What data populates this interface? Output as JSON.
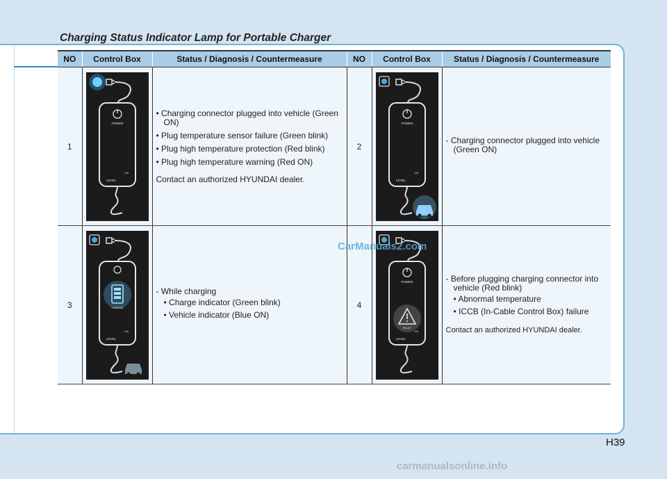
{
  "title": "Charging Status Indicator Lamp for Portable Charger",
  "headers": [
    "NO",
    "Control Box",
    "Status / Diagnosis / Countermeasure",
    "NO",
    "Control Box",
    "Status / Diagnosis / Countermeasure"
  ],
  "device": {
    "power_label": "POWER",
    "level_label": "LEVEL",
    "amp_label": "12A",
    "charge_label": "CHARGE",
    "fault_label": "FAULT"
  },
  "rows": [
    {
      "no1": "1",
      "status1": {
        "bullets": [
          "Charging connector plugged into vehicle (Green ON)",
          "Plug temperature sensor failure (Green blink)",
          "Plug high temperature protection (Red blink)",
          "Plug high temperature warning (Red ON)"
        ],
        "note": "Contact an authorized HYUNDAI dealer."
      },
      "no2": "2",
      "status2": {
        "dash": "Charging connector plugged into vehicle (Green ON)"
      }
    },
    {
      "no1": "3",
      "status1": {
        "dash": "While charging",
        "sub": [
          "Charge indicator (Green blink)",
          "Vehicle indicator (Blue ON)"
        ]
      },
      "no2": "4",
      "status2": {
        "dash": "Before plugging charging connector into vehicle (Red blink)",
        "sub": [
          "Abnormal temperature",
          "ICCB (In-Cable Control Box) failure"
        ],
        "note": "Contact an authorized HYUNDAI dealer."
      }
    }
  ],
  "colors": {
    "header_bg": "#aacde7",
    "cell_bg": "#eef5fb",
    "accent": "#2f8fc4",
    "device_bg": "#1b1b1b",
    "lamp_blue": "#3ab0ff",
    "lamp_green": "#6cff6c",
    "fault_red": "#ff3b3b"
  },
  "watermark": "CarManuals2.com",
  "page_number": "H39",
  "footer": "carmanualsonline.info"
}
